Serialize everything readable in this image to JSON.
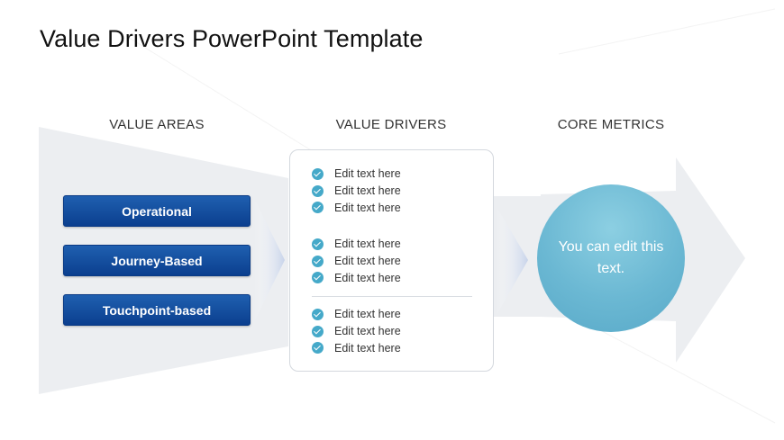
{
  "slide": {
    "title": "Value Drivers PowerPoint Template"
  },
  "headers": {
    "areas": "VALUE AREAS",
    "drivers": "VALUE DRIVERS",
    "metrics": "CORE METRICS"
  },
  "value_areas": [
    {
      "label": "Operational"
    },
    {
      "label": "Journey-Based"
    },
    {
      "label": "Touchpoint-based"
    }
  ],
  "value_drivers": [
    [
      "Edit text here",
      "Edit text here",
      "Edit text here"
    ],
    [
      "Edit text here",
      "Edit text here",
      "Edit text here"
    ],
    [
      "Edit text here",
      "Edit text here",
      "Edit text here"
    ]
  ],
  "core_metric": {
    "text": "You can edit this text."
  },
  "colors": {
    "area_button": "#0b3f8f",
    "check": "#45a9c9",
    "circle": "#6bb8d3",
    "funnel": "#eceef1"
  }
}
